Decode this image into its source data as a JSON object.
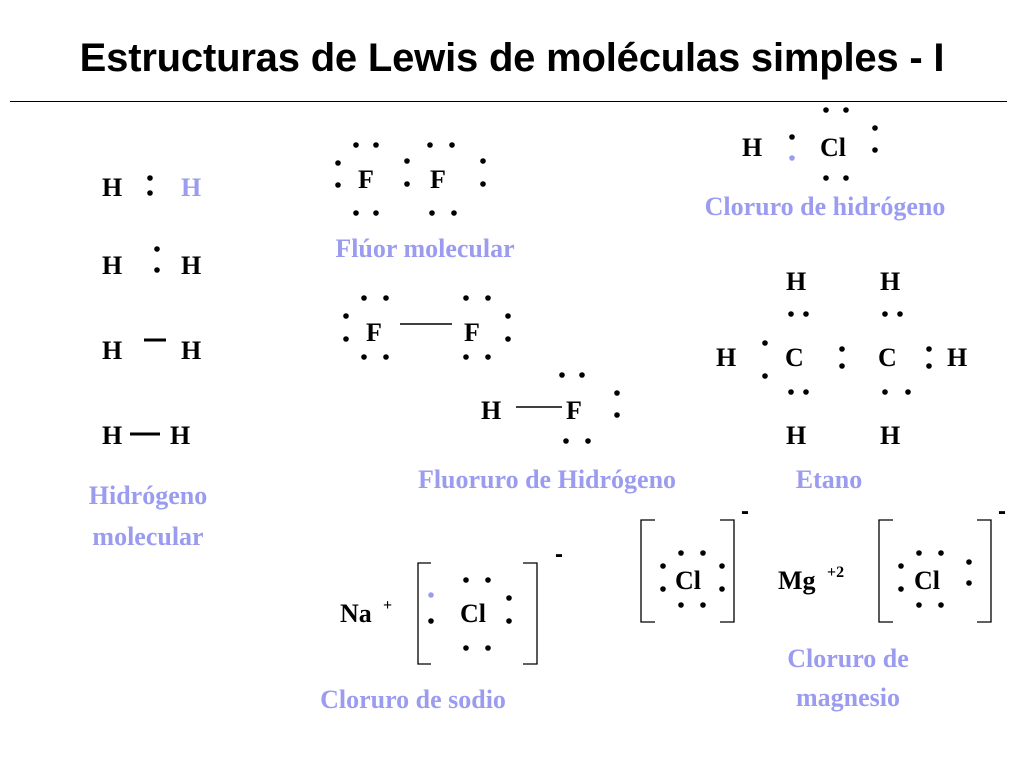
{
  "slide": {
    "title": "Estructuras de Lewis de moléculas simples - I"
  },
  "colors": {
    "text": "#000000",
    "caption": "#9b9cf0"
  },
  "symbols": {
    "H": "H",
    "F": "F",
    "Cl": "Cl",
    "C": "C",
    "Na": "Na",
    "Mg": "Mg",
    "na_charge": "+",
    "mg_charge": "+2",
    "anion_charge": "-"
  },
  "captions": {
    "hidrogeno_line1": "Hidrógeno",
    "hidrogeno_line2": "molecular",
    "fluor": "Flúor molecular",
    "cloruro_hidrogeno": "Cloruro de hidrógeno",
    "fluoruro_hidrogeno": "Fluoruro de Hidrógeno",
    "etano": "Etano",
    "cloruro_sodio": "Cloruro de sodio",
    "cloruro_magnesio_line1": "Cloruro de",
    "cloruro_magnesio_line2": "magnesio"
  }
}
